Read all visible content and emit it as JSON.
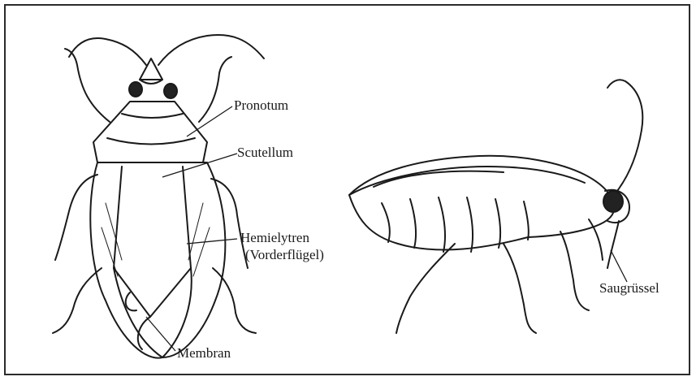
{
  "labels": {
    "pronotum": "Pronotum",
    "scutellum": "Scutellum",
    "hemielytren_1": "Hemielytren",
    "hemielytren_2": "(Vorderflügel)",
    "membran": "Membran",
    "saugruessel": "Saugrüssel"
  },
  "colors": {
    "ink": "#1a1a1a",
    "paper": "#ffffff"
  }
}
